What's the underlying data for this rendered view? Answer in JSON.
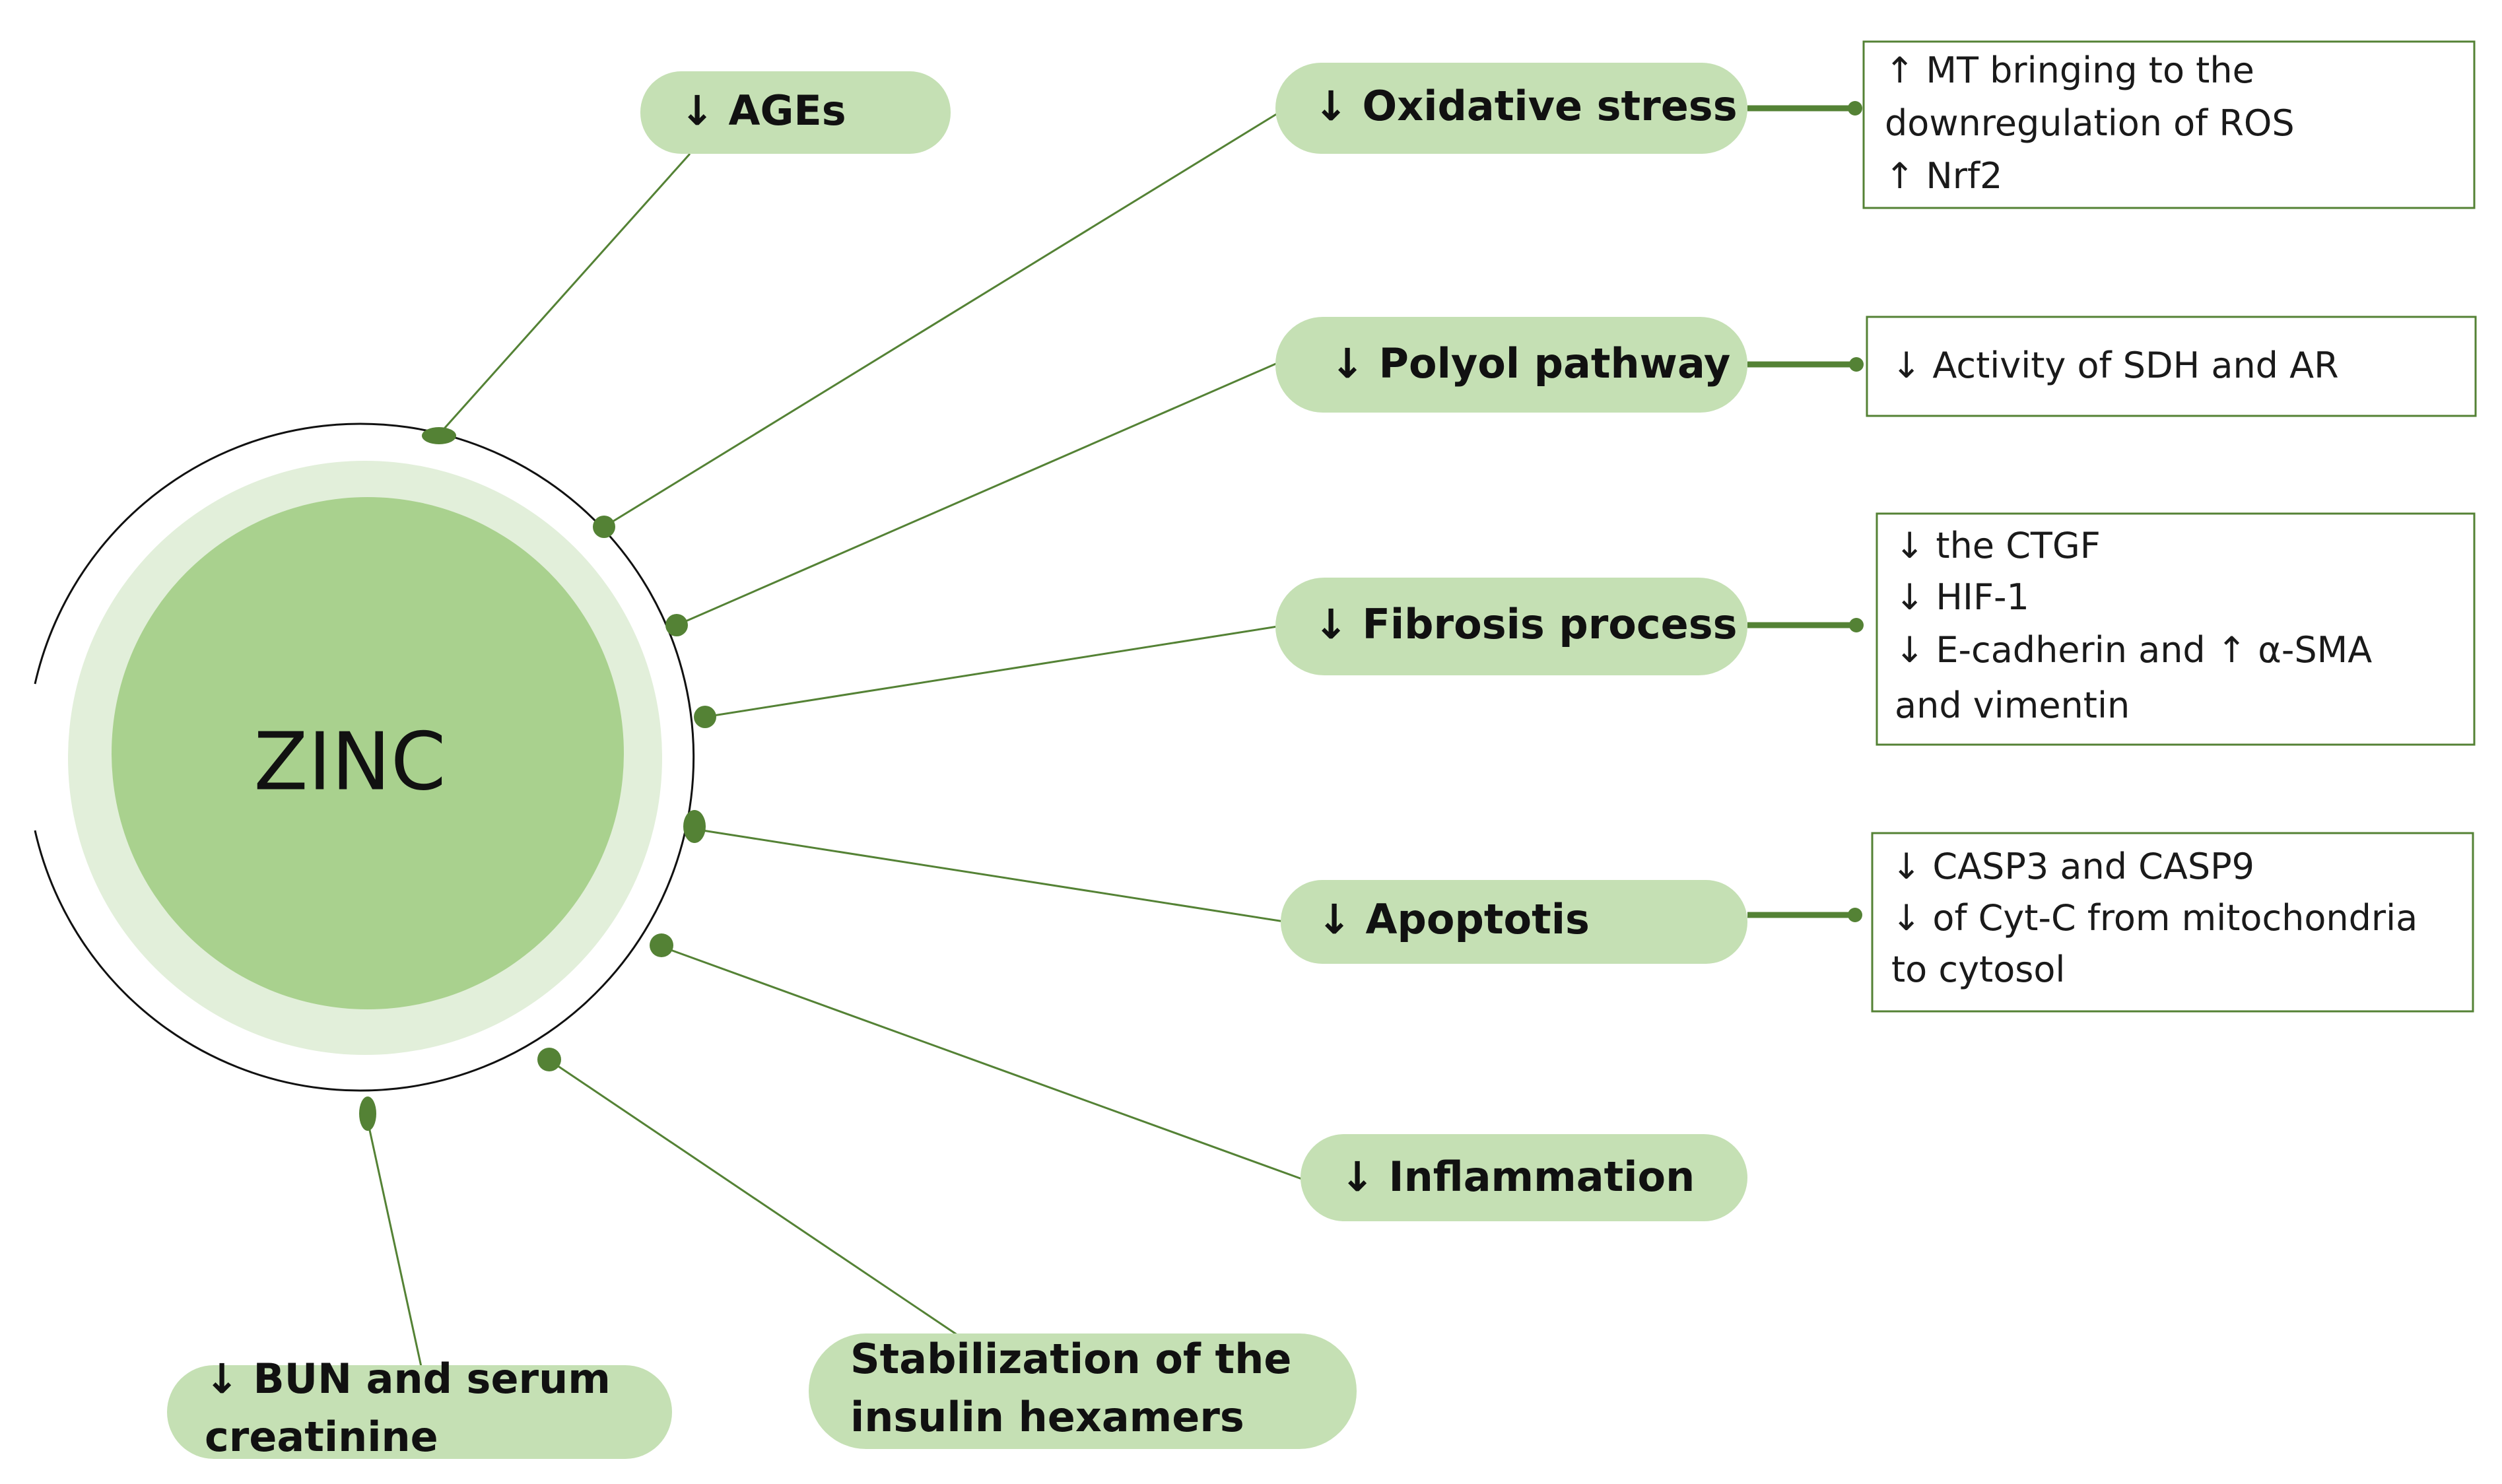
{
  "colors": {
    "pill_fill": "#c5e0b4",
    "outer_disc": "#e2efda",
    "inner_disc": "#a9d18e",
    "connector": "#548235",
    "box_border": "#548235",
    "ring": "#111111"
  },
  "center": {
    "label": "ZINC"
  },
  "effects": {
    "ages": {
      "lines": [
        "↓ AGEs"
      ]
    },
    "oxidative_stress": {
      "lines": [
        "↓ Oxidative stress"
      ]
    },
    "polyol_pathway": {
      "lines": [
        "↓ Polyol pathway"
      ]
    },
    "fibrosis_process": {
      "lines": [
        "↓ Fibrosis process"
      ]
    },
    "apoptosis": {
      "lines": [
        "↓ Apoptotis"
      ]
    },
    "inflammation": {
      "lines": [
        "↓ Inflammation"
      ]
    },
    "insulin_hexamers": {
      "lines": [
        "Stabilization of the",
        "insulin hexamers"
      ]
    },
    "bun_creatinine": {
      "lines": [
        "↓ BUN and serum",
        "creatinine"
      ]
    }
  },
  "details": {
    "oxidative_stress": {
      "lines": [
        "↑ MT bringing to the",
        "downregulation of ROS",
        "↑  Nrf2"
      ]
    },
    "polyol_pathway": {
      "lines": [
        "↓ Activity  of SDH and AR"
      ]
    },
    "fibrosis_process": {
      "lines": [
        "↓  the CTGF",
        "↓ HIF-1",
        "↓ E-cadherin and ↑ α-SMA",
        "and vimentin"
      ]
    },
    "apoptosis": {
      "lines": [
        "↓ CASP3 and CASP9",
        "↓ of Cyt-C from mitochondria",
        "to cytosol"
      ]
    }
  }
}
